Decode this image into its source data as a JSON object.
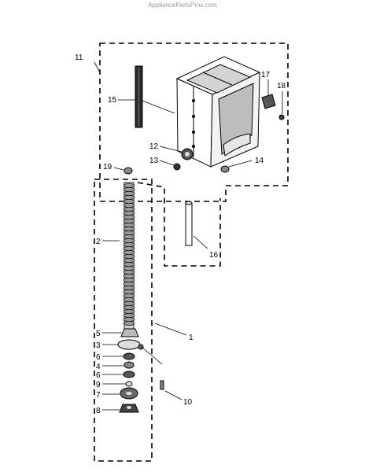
{
  "watermark": "AppliancePartsPros.com",
  "callouts": {
    "c1": "1",
    "c2": "2",
    "c3": "3",
    "c4": "4",
    "c5": "5",
    "c6a": "6",
    "c6b": "6",
    "c7": "7",
    "c8": "8",
    "c9": "9",
    "c10": "10",
    "c11": "11",
    "c12": "12",
    "c13": "13",
    "c14": "14",
    "c15": "15",
    "c16": "16",
    "c17": "17",
    "c18": "18",
    "c19": "19"
  }
}
